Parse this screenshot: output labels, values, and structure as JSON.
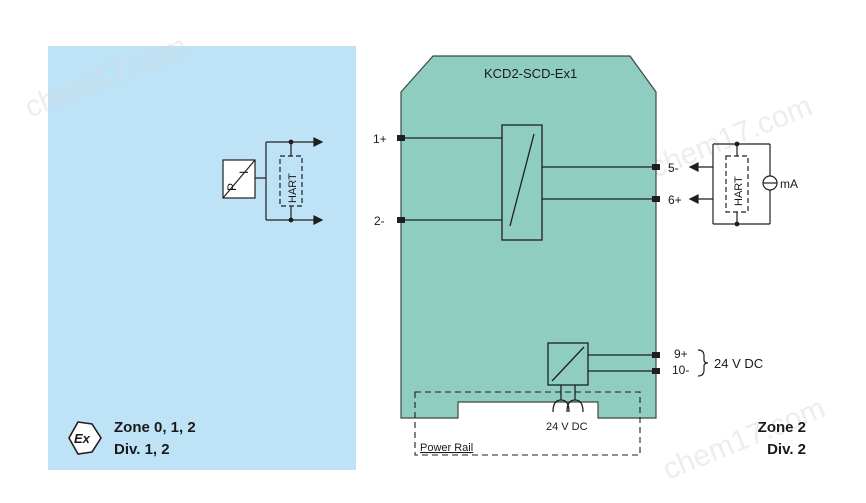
{
  "module": {
    "title": "KCD2-SCD-Ex1"
  },
  "terminals": {
    "t1": "1+",
    "t2": "2-",
    "t5": "5-",
    "t6": "6+",
    "t9": "9+",
    "t10": "10-"
  },
  "supply": {
    "label": "24 V DC",
    "internal_label": "24 V DC"
  },
  "power_rail": {
    "label": "Power Rail"
  },
  "field_device": {
    "p_label": "P",
    "i_label": "I",
    "hart_label": "HART"
  },
  "load": {
    "hart_label": "HART",
    "meter_unit": "mA"
  },
  "zones": {
    "hazardous": {
      "line1": "Zone 0, 1, 2",
      "line2": "Div. 1, 2",
      "ex_symbol": "Ex"
    },
    "safe": {
      "line1": "Zone 2",
      "line2": "Div. 2"
    }
  },
  "watermarks": [
    "chem17.com",
    "chem17.com",
    "chem17.com"
  ],
  "colors": {
    "hazardous_area": "#bfe3f6",
    "module_body": "#8ecdbf",
    "module_border": "#3a4a48",
    "line": "#1f1f1f"
  }
}
